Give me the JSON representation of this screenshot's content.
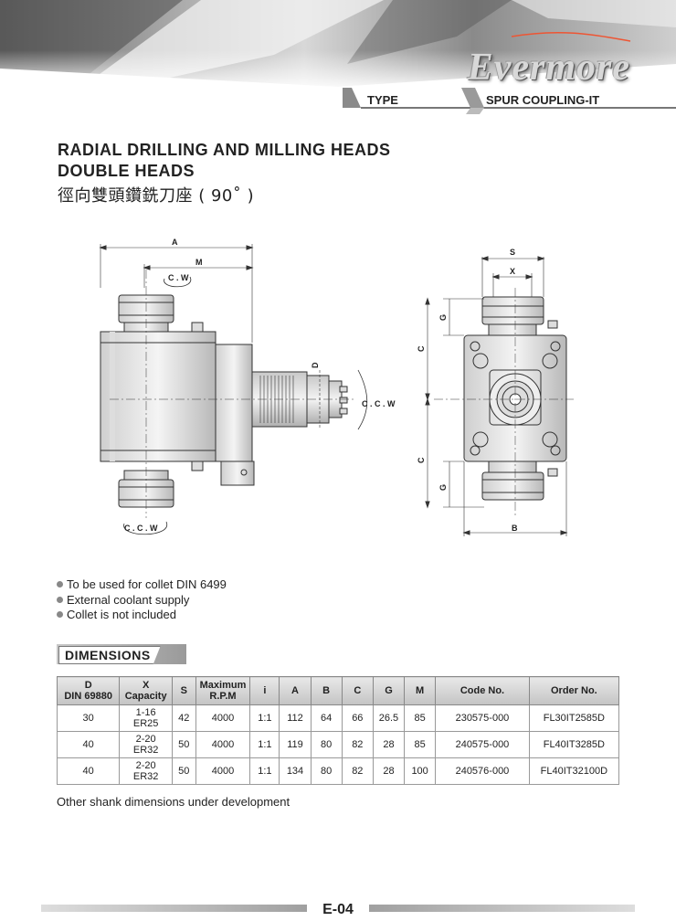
{
  "header": {
    "brand": "Evermore",
    "type_label": "TYPE",
    "type_value": "SPUR COUPLING-IT"
  },
  "titles": {
    "line1": "RADIAL DRILLING AND MILLING HEADS",
    "line2": "DOUBLE  HEADS",
    "line3": "徑向雙頭鑽銑刀座 ( 90˚ )"
  },
  "drawing": {
    "labels": {
      "A": "A",
      "M": "M",
      "CW_top": "C . W",
      "D": "D",
      "CCW_right": "C . C . W",
      "CCW_bottom": "C . C . W",
      "S": "S",
      "X": "X",
      "G_top": "G",
      "C_top": "C",
      "C_bottom": "C",
      "G_bottom": "G",
      "B": "B"
    }
  },
  "features": [
    "To be used for collet DIN 6499",
    "External coolant supply",
    "Collet is not included"
  ],
  "dimensions_label": "DIMENSIONS",
  "table": {
    "headers": [
      {
        "l1": "D",
        "l2": "DIN 69880"
      },
      {
        "l1": "X",
        "l2": "Capacity"
      },
      {
        "l1": "S",
        "l2": ""
      },
      {
        "l1": "Maximum",
        "l2": "R.P.M"
      },
      {
        "l1": "i",
        "l2": ""
      },
      {
        "l1": "A",
        "l2": ""
      },
      {
        "l1": "B",
        "l2": ""
      },
      {
        "l1": "C",
        "l2": ""
      },
      {
        "l1": "G",
        "l2": ""
      },
      {
        "l1": "M",
        "l2": ""
      },
      {
        "l1": "Code No.",
        "l2": ""
      },
      {
        "l1": "Order No.",
        "l2": ""
      }
    ],
    "rows": [
      {
        "d": "30",
        "cap1": "1-16",
        "cap2": "ER25",
        "s": "42",
        "rpm": "4000",
        "i": "1:1",
        "a": "112",
        "b": "64",
        "c": "66",
        "g": "26.5",
        "m": "85",
        "code": "230575-000",
        "order": "FL30IT2585D"
      },
      {
        "d": "40",
        "cap1": "2-20",
        "cap2": "ER32",
        "s": "50",
        "rpm": "4000",
        "i": "1:1",
        "a": "119",
        "b": "80",
        "c": "82",
        "g": "28",
        "m": "85",
        "code": "240575-000",
        "order": "FL40IT3285D"
      },
      {
        "d": "40",
        "cap1": "2-20",
        "cap2": "ER32",
        "s": "50",
        "rpm": "4000",
        "i": "1:1",
        "a": "134",
        "b": "80",
        "c": "82",
        "g": "28",
        "m": "100",
        "code": "240576-000",
        "order": "FL40IT32100D"
      }
    ]
  },
  "note": "Other shank dimensions under development",
  "footer": {
    "page": "E-04"
  }
}
